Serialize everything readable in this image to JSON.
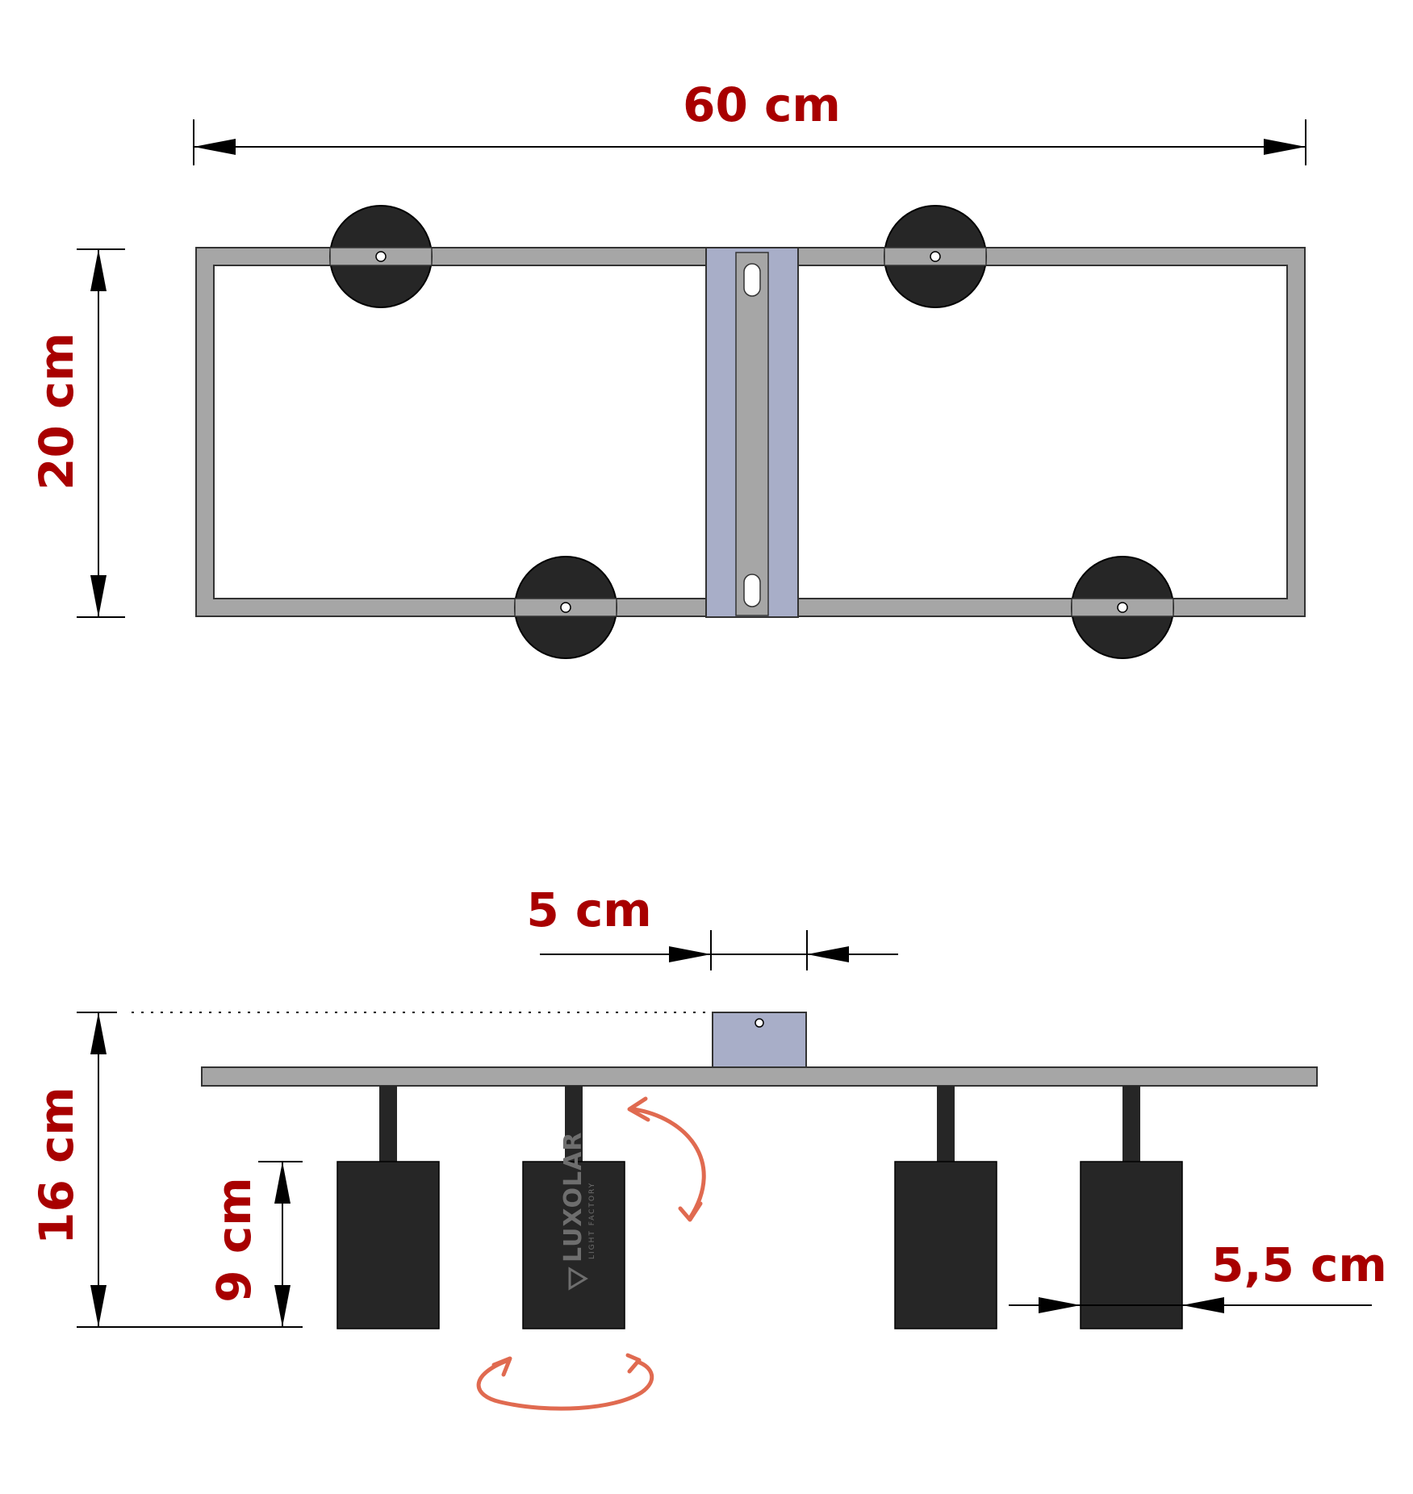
{
  "dimensions": {
    "width_top": "60 cm",
    "height_top": "20 cm",
    "base_width": "5 cm",
    "total_height": "16 cm",
    "shade_height": "9 cm",
    "shade_diameter": "5,5 cm"
  },
  "brand": {
    "name": "LUXOLAR",
    "tagline": "LIGHT FACTORY"
  },
  "colors": {
    "label": "#a80000",
    "frame": "#a6a6a6",
    "bracket": "#a8aec8",
    "shade": "#262626",
    "rotation_arrow": "#e06a50"
  }
}
